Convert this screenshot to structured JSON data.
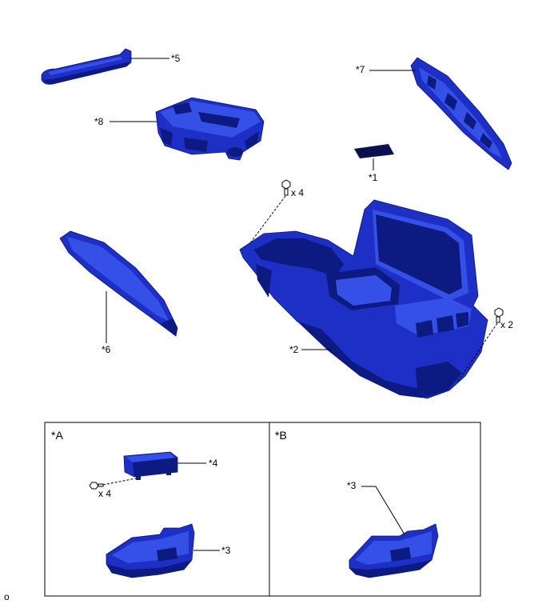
{
  "callouts": {
    "part5": "*5",
    "part7": "*7",
    "part8": "*8",
    "part1": "*1",
    "bolt_top_qty": "x 4",
    "part6": "*6",
    "part2": "*2",
    "bolt_right_qty": "x 2"
  },
  "detail_a": {
    "title": "*A",
    "part4": "*4",
    "bolt_qty": "x 4",
    "part3": "*3"
  },
  "detail_b": {
    "title": "*B",
    "part3": "*3"
  },
  "footer_mark": "o",
  "colors": {
    "part_fill": "#1d2fc4",
    "part_highlight": "#3550e6",
    "part_shadow": "#0d1a82",
    "line": "#000000"
  }
}
